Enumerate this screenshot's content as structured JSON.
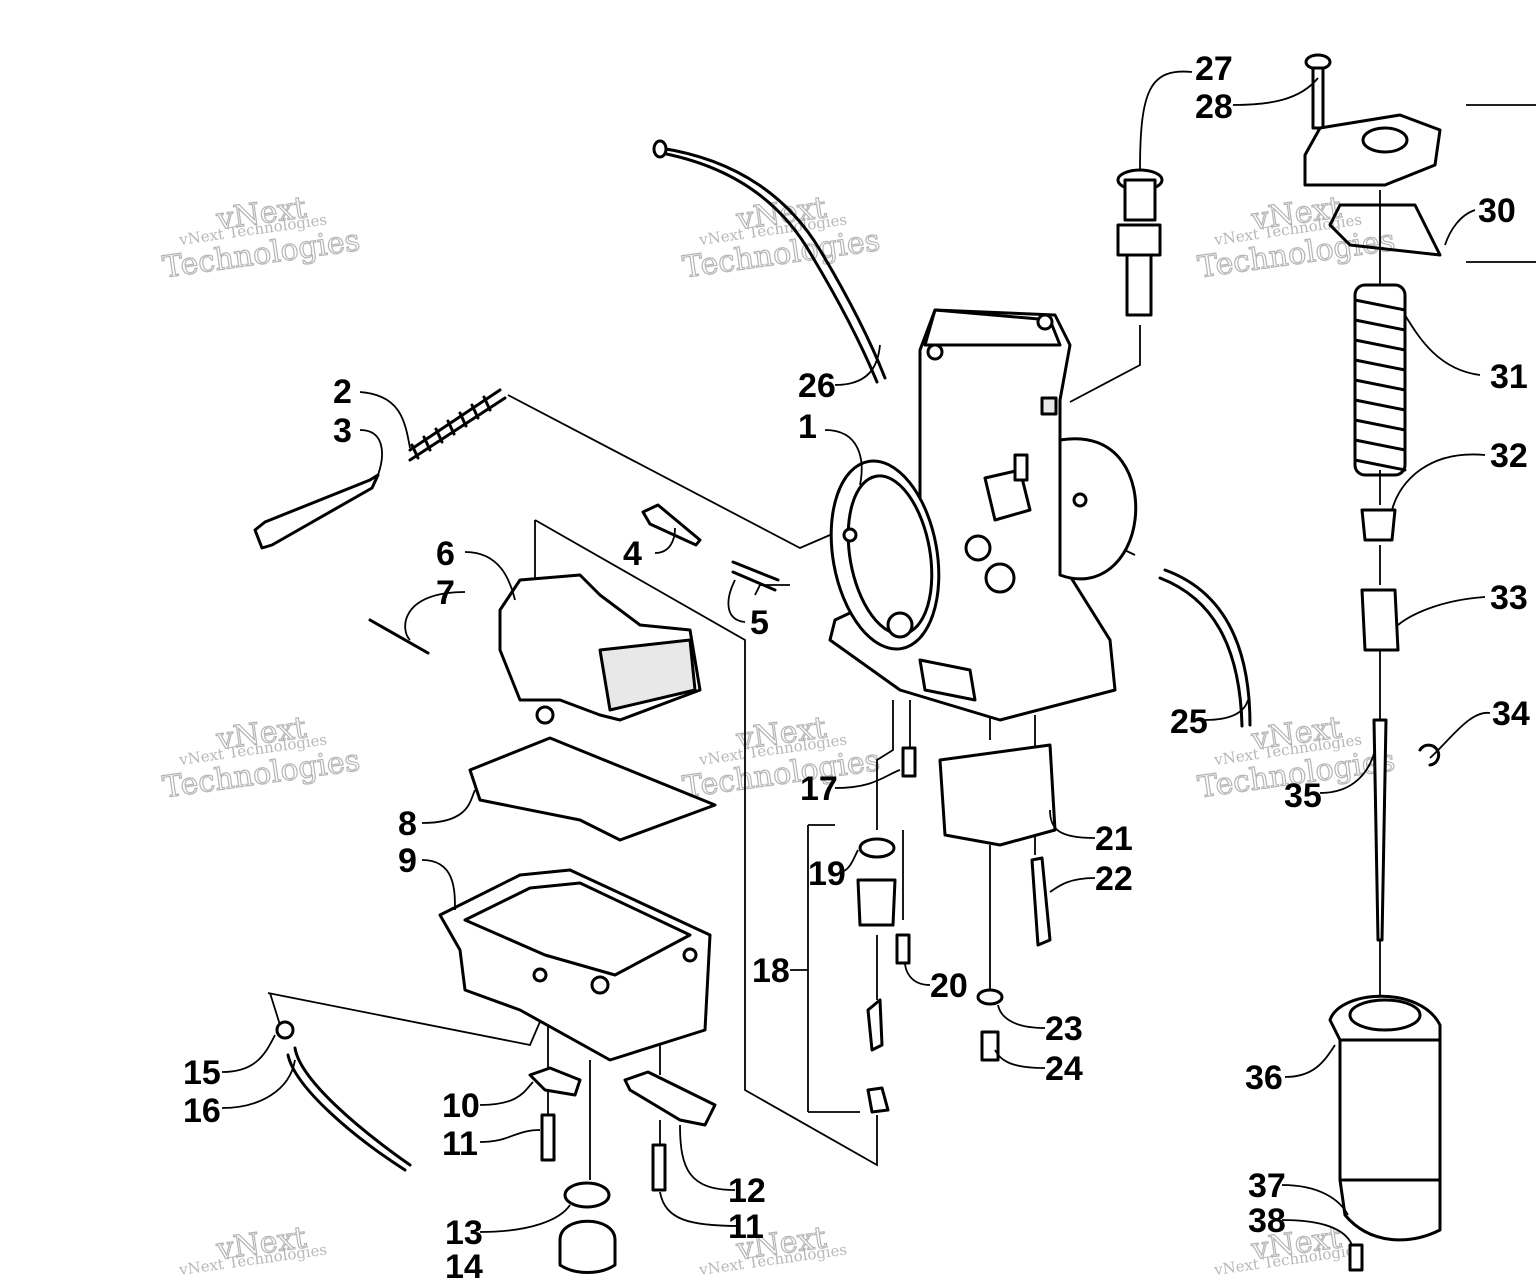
{
  "diagram": {
    "callouts": [
      "1",
      "2",
      "3",
      "4",
      "5",
      "6",
      "7",
      "8",
      "9",
      "10",
      "11",
      "12",
      "13",
      "14",
      "15",
      "16",
      "17",
      "18",
      "19",
      "20",
      "21",
      "22",
      "23",
      "24",
      "25",
      "26",
      "27",
      "28",
      "30",
      "31",
      "32",
      "33",
      "34",
      "35",
      "36",
      "37",
      "38"
    ],
    "callout_11_second": "11",
    "watermark": {
      "small": "vNext Technologies",
      "big": "Technologies",
      "top": "vNext"
    }
  }
}
